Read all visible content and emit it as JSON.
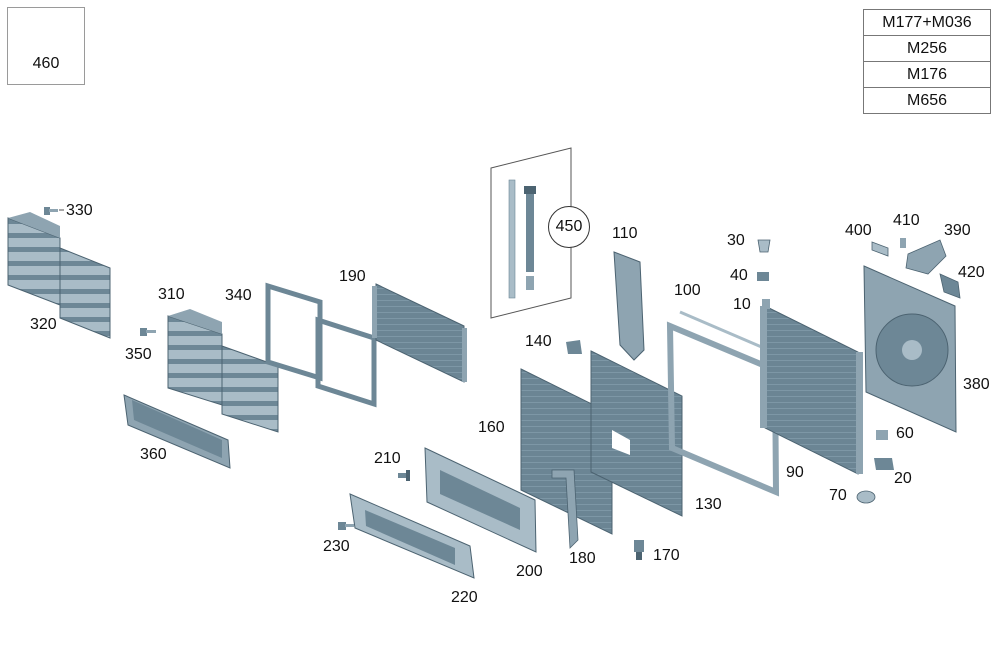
{
  "inset": {
    "part_number": "460",
    "icon": "bolt-icon"
  },
  "variant_table": [
    "M177+M036",
    "M256",
    "M176",
    "M656"
  ],
  "highlighted_part": "450",
  "colors": {
    "part_fill": "#6d8796",
    "part_light": "#a9bcc7",
    "part_dark": "#4c6371",
    "line": "#222222"
  },
  "callouts": [
    {
      "id": "330",
      "label": "330"
    },
    {
      "id": "320",
      "label": "320"
    },
    {
      "id": "350",
      "label": "350"
    },
    {
      "id": "310",
      "label": "310"
    },
    {
      "id": "340",
      "label": "340"
    },
    {
      "id": "360",
      "label": "360"
    },
    {
      "id": "190",
      "label": "190"
    },
    {
      "id": "210",
      "label": "210"
    },
    {
      "id": "230",
      "label": "230"
    },
    {
      "id": "200",
      "label": "200"
    },
    {
      "id": "220",
      "label": "220"
    },
    {
      "id": "160",
      "label": "160"
    },
    {
      "id": "140",
      "label": "140"
    },
    {
      "id": "180",
      "label": "180"
    },
    {
      "id": "170",
      "label": "170"
    },
    {
      "id": "110",
      "label": "110"
    },
    {
      "id": "130",
      "label": "130"
    },
    {
      "id": "100",
      "label": "100"
    },
    {
      "id": "30",
      "label": "30"
    },
    {
      "id": "40",
      "label": "40"
    },
    {
      "id": "10",
      "label": "10"
    },
    {
      "id": "90",
      "label": "90"
    },
    {
      "id": "70",
      "label": "70"
    },
    {
      "id": "400",
      "label": "400"
    },
    {
      "id": "410",
      "label": "410"
    },
    {
      "id": "390",
      "label": "390"
    },
    {
      "id": "420",
      "label": "420"
    },
    {
      "id": "380",
      "label": "380"
    },
    {
      "id": "60",
      "label": "60"
    },
    {
      "id": "20",
      "label": "20"
    }
  ]
}
